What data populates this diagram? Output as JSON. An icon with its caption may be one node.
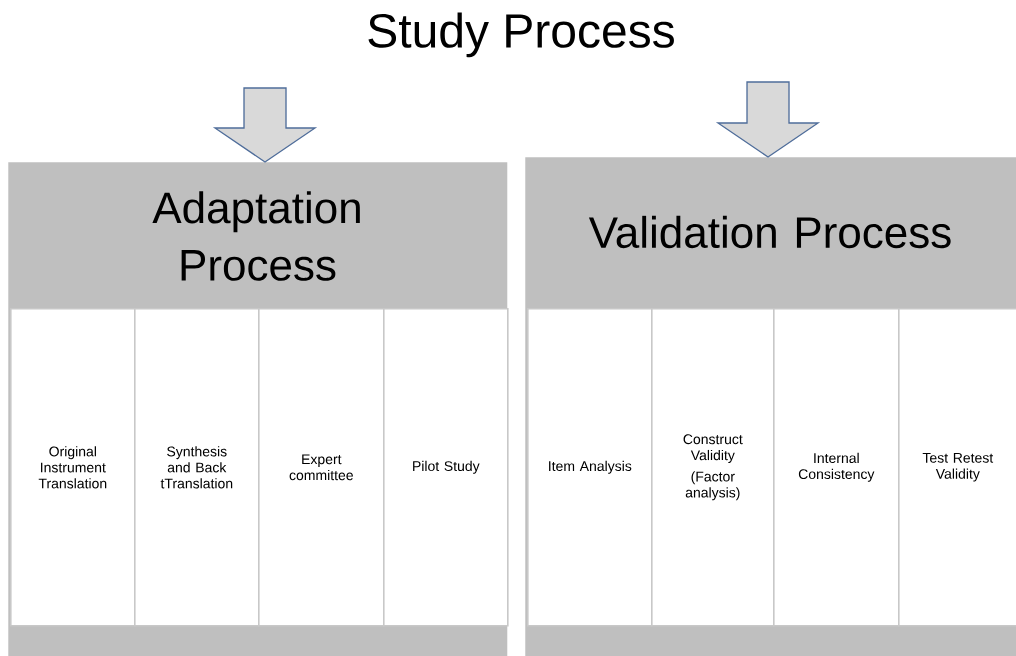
{
  "diagram": {
    "title": "Study Process",
    "nodes": [
      {
        "text": [
          "Adaptation Process"
        ]
      },
      {
        "text": [
          "Original Instrument Translation"
        ],
        "in": 0
      },
      {
        "text": [
          "Synthesis and Back tTranslation"
        ],
        "in": 0
      },
      {
        "text": [
          "Expert committee"
        ],
        "in": 0
      },
      {
        "text": [
          "Pilot Study"
        ],
        "in": 0
      },
      {
        "text": [
          "Validation Process"
        ]
      },
      {
        "text": [
          "Item Analysis"
        ],
        "in": 5
      },
      {
        "text": [
          "Construct Validity",
          "(Factor analysis)"
        ],
        "in": 5
      },
      {
        "text": [
          "Internal Consistency"
        ],
        "in": 5
      },
      {
        "text": [
          "Test Retest Validity"
        ],
        "in": 5
      }
    ],
    "edges": [
      {
        "from": null,
        "to": 0,
        "arrow": "to"
      },
      {
        "from": null,
        "to": 5,
        "arrow": "to"
      }
    ]
  }
}
